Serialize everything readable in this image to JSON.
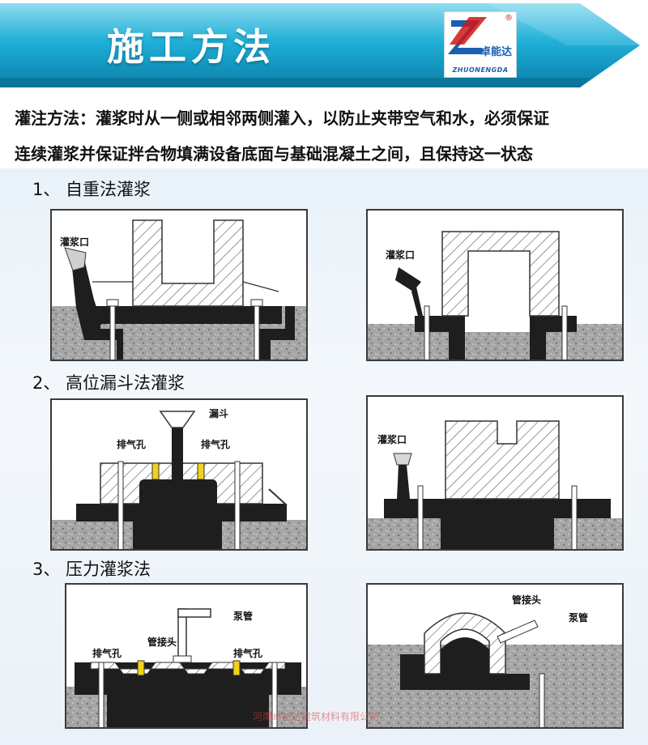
{
  "banner": {
    "title": "施工方法",
    "logo_cn": "卓能达",
    "logo_en": "ZHUONENGDA",
    "logo_mark": "®"
  },
  "intro": {
    "line1": "灌注方法：灌浆时从一侧或相邻两侧灌入，以防止夹带空气和水，必须保证",
    "line2": "连续灌浆并保证拌合物填满设备底面与基础混凝土之间，且保持这一状态"
  },
  "sections": [
    {
      "title": "1、 自重法灌浆"
    },
    {
      "title": "2、 高位漏斗法灌浆"
    },
    {
      "title": "3、 压力灌浆法"
    }
  ],
  "labels": {
    "pour_port": "灌浆口",
    "funnel": "漏斗",
    "vent": "排气孔",
    "pipe": "泵管",
    "joint": "管接头"
  },
  "watermark": "河南卓能达建筑材料有限公司",
  "colors": {
    "banner_main": "#1fb0d8",
    "banner_dark": "#0a6e93",
    "grout": "#1e1e1e",
    "vent": "#f2d21a",
    "concrete": "#9a9a9a"
  }
}
